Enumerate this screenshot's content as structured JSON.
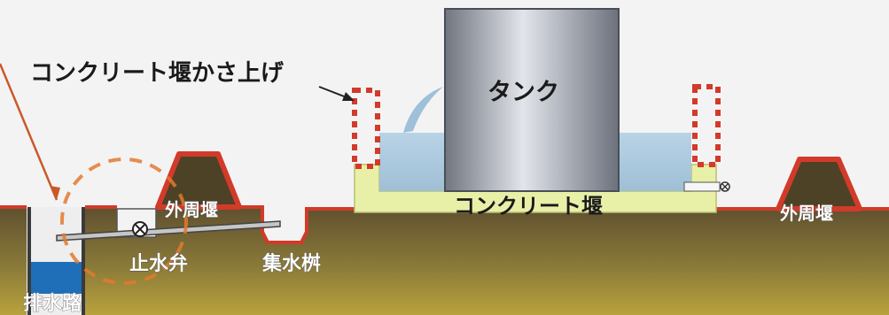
{
  "labels": {
    "weir_raise": "コンクリート堰かさ上げ",
    "tank": "タンク",
    "concrete_weir": "コンクリート堰",
    "outer_weir_left": "外周堰",
    "outer_weir_right": "外周堰",
    "stop_valve": "止水弁",
    "catch_basin": "集水桝",
    "drainage": "排水路"
  },
  "colors": {
    "ground_top": "#6b5a30",
    "ground_bottom": "#b6a03c",
    "weir_red": "#d23a2a",
    "concrete": "#e8f0a8",
    "water": "#a9c8df",
    "tank_dark": "#6d7280",
    "tank_light": "#dfe2e8",
    "drain_water": "#1f6fb8",
    "annotation_line": "#c85a2a",
    "highlight_circle": "#e07a30"
  }
}
